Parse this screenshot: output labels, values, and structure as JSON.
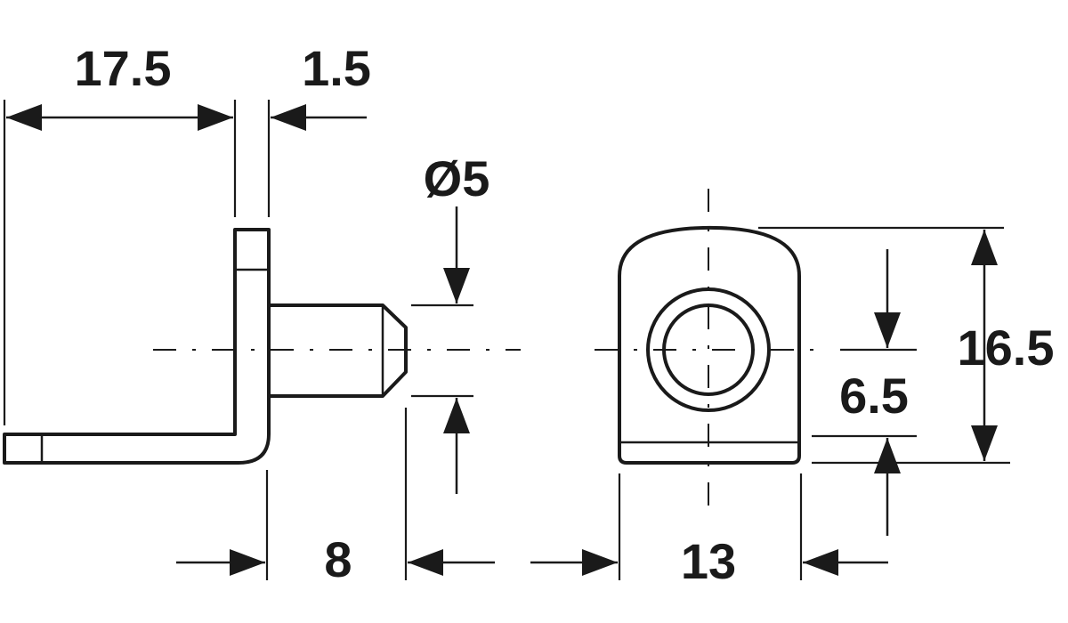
{
  "dimensions": {
    "leg_length": "17.5",
    "plate_thickness": "1.5",
    "pin_diameter": "Ø5",
    "pin_length": "8",
    "body_width": "13",
    "pin_offset": "6.5",
    "overall_height": "16.5"
  },
  "colors": {
    "line": "#1a1a1a",
    "background": "#ffffff"
  }
}
